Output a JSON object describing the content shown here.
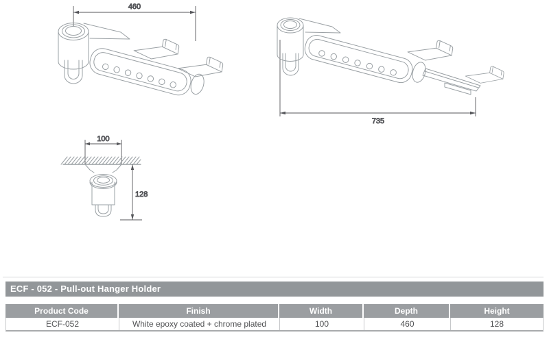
{
  "colors": {
    "sketch_line": "#9aa0a4",
    "dimension_line": "#55565a",
    "title_bar_bg": "#929699",
    "title_bar_text": "#ffffff",
    "header_bg": "#9b9ea1",
    "header_text": "#ffffff",
    "cell_text": "#515254",
    "table_border": "#c6c8ca",
    "table_bottom_border": "#a8aaac"
  },
  "drawings": {
    "collapsed_view": {
      "depth_dim": "460"
    },
    "extended_view": {
      "extended_dim": "735"
    },
    "front_view": {
      "width_dim": "100",
      "height_dim": "128"
    }
  },
  "title_bar": {
    "text": "ECF - 052 - Pull-out Hanger Holder"
  },
  "spec_table": {
    "headers": [
      "Product Code",
      "Finish",
      "Width",
      "Depth",
      "Height"
    ],
    "row": {
      "product_code": "ECF-052",
      "finish": "White epoxy coated + chrome plated",
      "width": "100",
      "depth": "460",
      "height": "128"
    }
  }
}
